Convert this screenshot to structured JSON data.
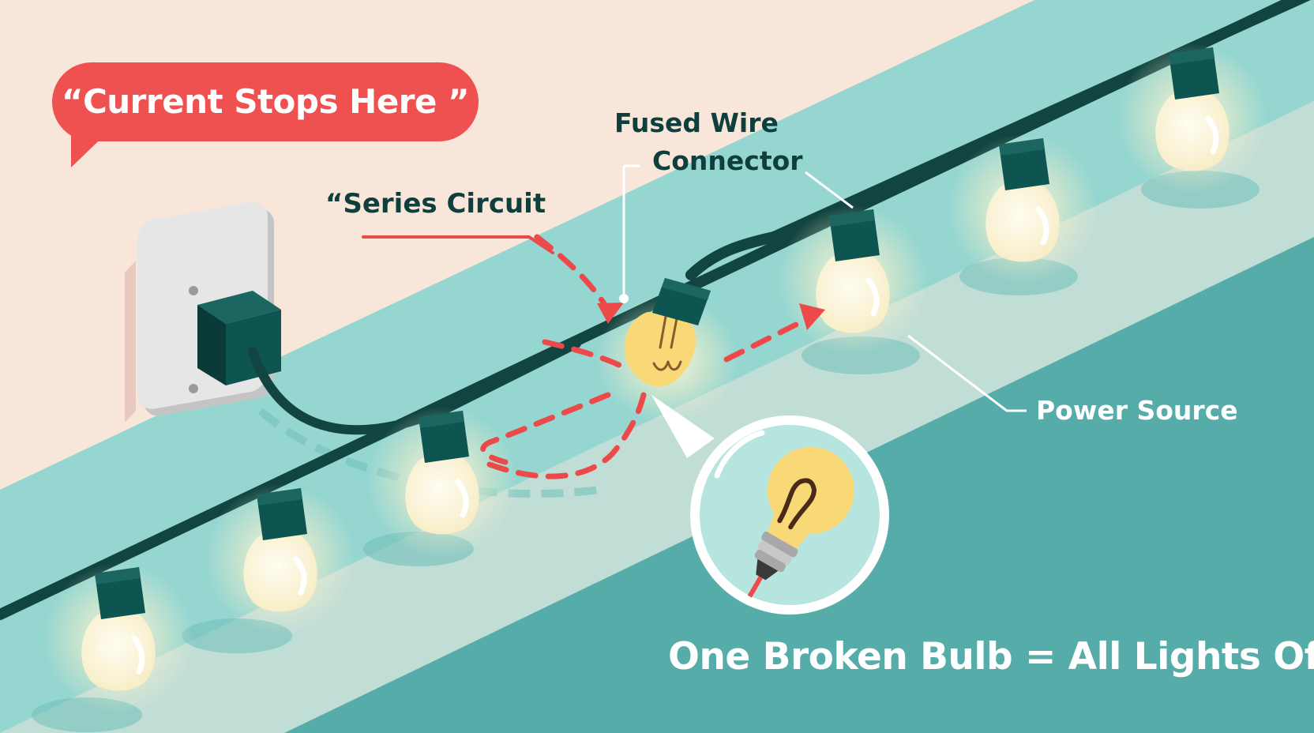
{
  "callout": {
    "text": "“Current Stops Here ”"
  },
  "labels": {
    "series_circuit": "“Series Circuit",
    "fused_wire_line1": "Fused Wire",
    "fused_wire_line2": "Connector",
    "power_source": "Power Source"
  },
  "caption": "One Broken Bulb = All Lights Off",
  "colors": {
    "wall": "#f8e6da",
    "shelf_top": "#96d6d0",
    "shelf_front": "#55aca8",
    "wire": "#124542",
    "socket": "#0e5450",
    "bulb_glow": "#fff6d8",
    "broken_bulb": "#f9d877",
    "current_arrow": "#ec4a4a",
    "callout": "#ee5150"
  },
  "icons": {
    "outlet": "wall-outlet-icon",
    "plug": "plug-icon",
    "bulb": "light-bulb-icon",
    "broken_bulb": "broken-bulb-icon",
    "magnifier": "magnifier-icon"
  }
}
